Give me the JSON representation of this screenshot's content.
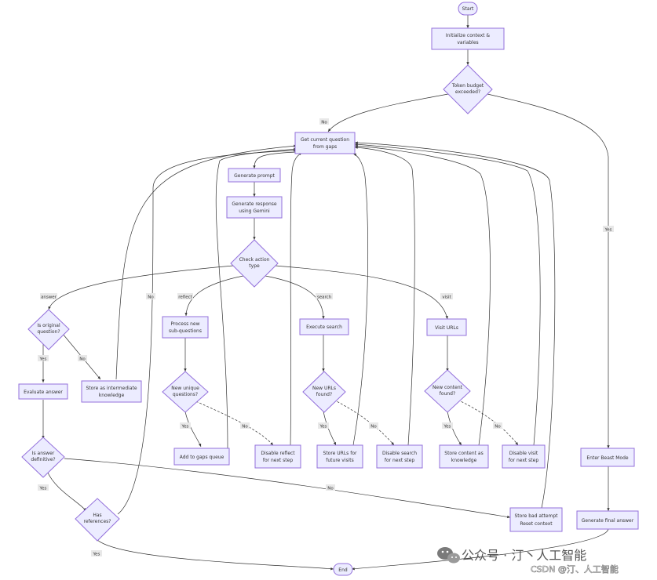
{
  "nodes": {
    "start": "Start",
    "init": [
      "Initialize context &",
      "variables"
    ],
    "budget": [
      "Token budget",
      "exceeded?"
    ],
    "getq": [
      "Get current question",
      "from gaps"
    ],
    "prompt": "Generate prompt",
    "genresp": [
      "Generate response",
      "using Gemini"
    ],
    "check": [
      "Check action",
      "type"
    ],
    "isorig": [
      "Is original",
      "question?"
    ],
    "evalans": "Evaluate answer",
    "storeint": [
      "Store as intermediate",
      "knowledge"
    ],
    "definitive": [
      "Is answer",
      "definitive?"
    ],
    "hasref": [
      "Has",
      "references?"
    ],
    "procsub": [
      "Process new",
      "sub-questions"
    ],
    "newuniq": [
      "New unique",
      "questions?"
    ],
    "addgaps": "Add to gaps queue",
    "disreflect": [
      "Disable reflect",
      "for next step"
    ],
    "execsearch": "Execute search",
    "newurls": [
      "New URLs",
      "found?"
    ],
    "storeurls": [
      "Store URLs for",
      "future visits"
    ],
    "dissearch": [
      "Disable search",
      "for next step"
    ],
    "visiturls": "Visit URLs",
    "newcontent": [
      "New content",
      "found?"
    ],
    "storecontent": [
      "Store content as",
      "knowledge"
    ],
    "disvisit": [
      "Disable visit",
      "for next step"
    ],
    "beast": "Enter Beast Mode",
    "finalans": "Generate final answer",
    "badattempt": [
      "Store bad attempt",
      "Reset context"
    ],
    "end": "End"
  },
  "edge_labels": {
    "budget_no": "No",
    "budget_yes": "Yes",
    "answer": "answer",
    "reflect": "reflect",
    "search": "search",
    "visit": "visit",
    "isorig_yes": "Yes",
    "isorig_no": "No",
    "def_yes": "Yes",
    "def_no": "No",
    "hasref_no": "No",
    "hasref_yes": "Yes",
    "uniq_yes": "Yes",
    "uniq_no": "No",
    "urls_yes": "Yes",
    "urls_no": "No",
    "content_yes": "Yes",
    "content_no": "No"
  },
  "watermark": {
    "main": "公众号 · 汀丶人工智能",
    "sub": "CSDN @汀、人工智能"
  },
  "colors": {
    "node_fill": "#ECECFF",
    "node_stroke": "#9370DB",
    "edge": "#333333",
    "label_bg": "#e8e8e8"
  }
}
